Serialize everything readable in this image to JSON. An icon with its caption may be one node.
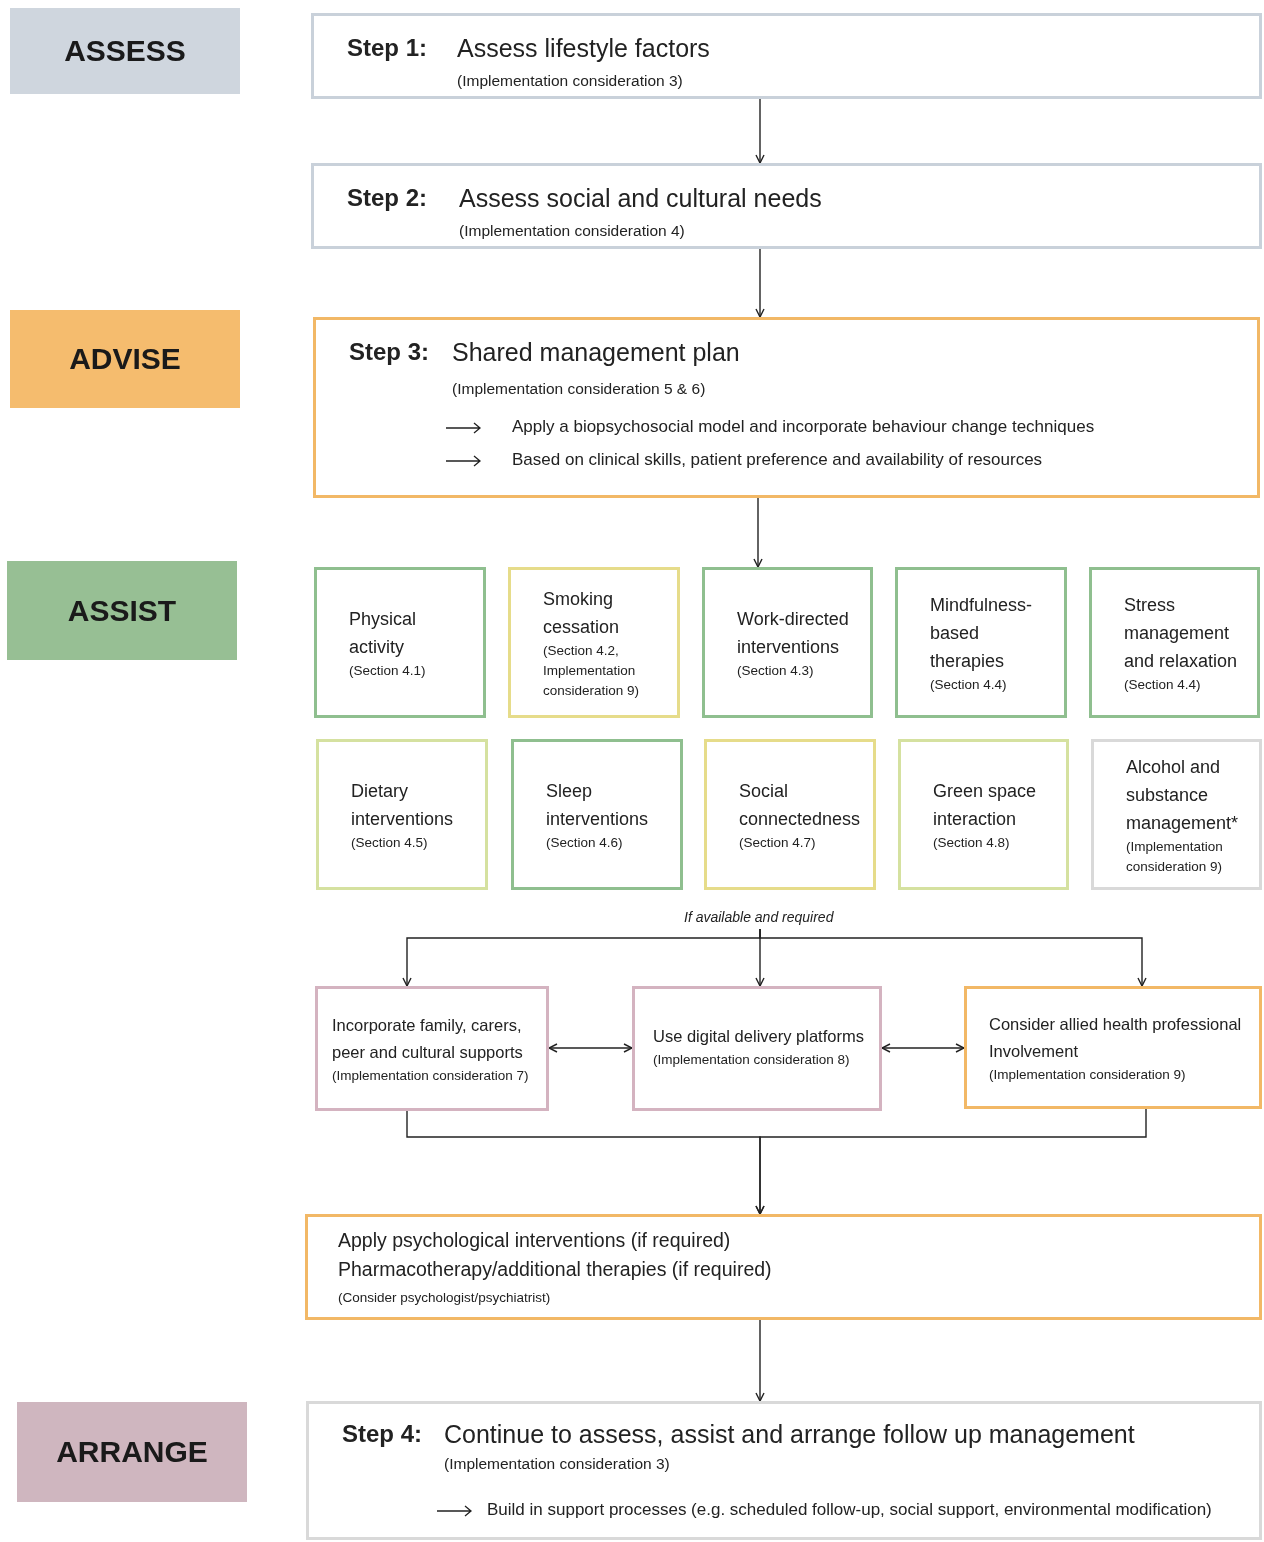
{
  "diagram": {
    "nodes": [
      {
        "text": [
          "ASSESS"
        ]
      },
      {
        "text": [
          "Step 1:",
          "Assess lifestyle factors",
          "(Implementation consideration 3)"
        ]
      },
      {
        "text": [
          "Step 2:",
          "Assess social and cultural needs",
          "(Implementation consideration 4)"
        ]
      },
      {
        "text": [
          "ADVISE"
        ]
      },
      {
        "text": [
          "Step 3:",
          "Shared management plan",
          "(Implementation consideration 5 & 6)",
          "Apply a biopsychosocial model and incorporate behaviour change techniques",
          "Based on clinical skills, patient preference and availability of resources"
        ]
      },
      {
        "text": [
          "ASSIST"
        ]
      },
      {
        "text": [
          "Physical activity",
          "(Section 4.1)"
        ]
      },
      {
        "text": [
          "Smoking cessation",
          "(Section 4.2, Implementation consideration 9)"
        ]
      },
      {
        "text": [
          "Work-directed interventions",
          "(Section 4.3)"
        ]
      },
      {
        "text": [
          "Mindfulness-based therapies",
          "(Section 4.4)"
        ]
      },
      {
        "text": [
          "Stress management and relaxation",
          "(Section 4.4)"
        ]
      },
      {
        "text": [
          "Dietary interventions",
          "(Section 4.5)"
        ]
      },
      {
        "text": [
          "Sleep interventions",
          "(Section 4.6)"
        ]
      },
      {
        "text": [
          "Social connectedness",
          "(Section 4.7)"
        ]
      },
      {
        "text": [
          "Green space interaction",
          "(Section 4.8)"
        ]
      },
      {
        "text": [
          "Alcohol and substance management*",
          "(Implementation consideration 9)"
        ]
      },
      {
        "text": [
          "Incorporate family, carers, peer and cultural supports",
          "(Implementation consideration 7)"
        ]
      },
      {
        "text": [
          "Use digital delivery platforms",
          "(Implementation consideration 8)"
        ]
      },
      {
        "text": [
          "Consider allied health professional Involvement",
          "(Implementation consideration 9)"
        ]
      },
      {
        "text": [
          "Apply psychological interventions (if required)",
          "Pharmacotherapy/additional therapies (if required)",
          "(Consider psychologist/psychiatrist)"
        ]
      },
      {
        "text": [
          "ARRANGE"
        ]
      },
      {
        "text": [
          "Step 4:",
          "Continue to assess, assist and arrange follow up management",
          "(Implementation consideration 3)",
          "Build in support processes (e.g. scheduled follow-up, social support, environmental modification)"
        ]
      },
      {
        "text": [
          "If available and required"
        ]
      }
    ],
    "edges": [
      {
        "from": 1,
        "to": 2,
        "arrow": "to"
      },
      {
        "from": 2,
        "to": 4,
        "arrow": "to"
      },
      {
        "from": 4,
        "to": 8,
        "arrow": "to"
      },
      {
        "from": 22,
        "to": 16,
        "arrow": "to"
      },
      {
        "from": 22,
        "to": 17,
        "arrow": "to"
      },
      {
        "from": 22,
        "to": 18,
        "arrow": "to"
      },
      {
        "from": 16,
        "to": 17,
        "arrow": "both"
      },
      {
        "from": 17,
        "to": 18,
        "arrow": "both"
      },
      {
        "from": 16,
        "to": 19,
        "arrow": "to"
      },
      {
        "from": 18,
        "to": 19,
        "arrow": "to"
      },
      {
        "from": 19,
        "to": 21,
        "arrow": "to"
      }
    ]
  }
}
